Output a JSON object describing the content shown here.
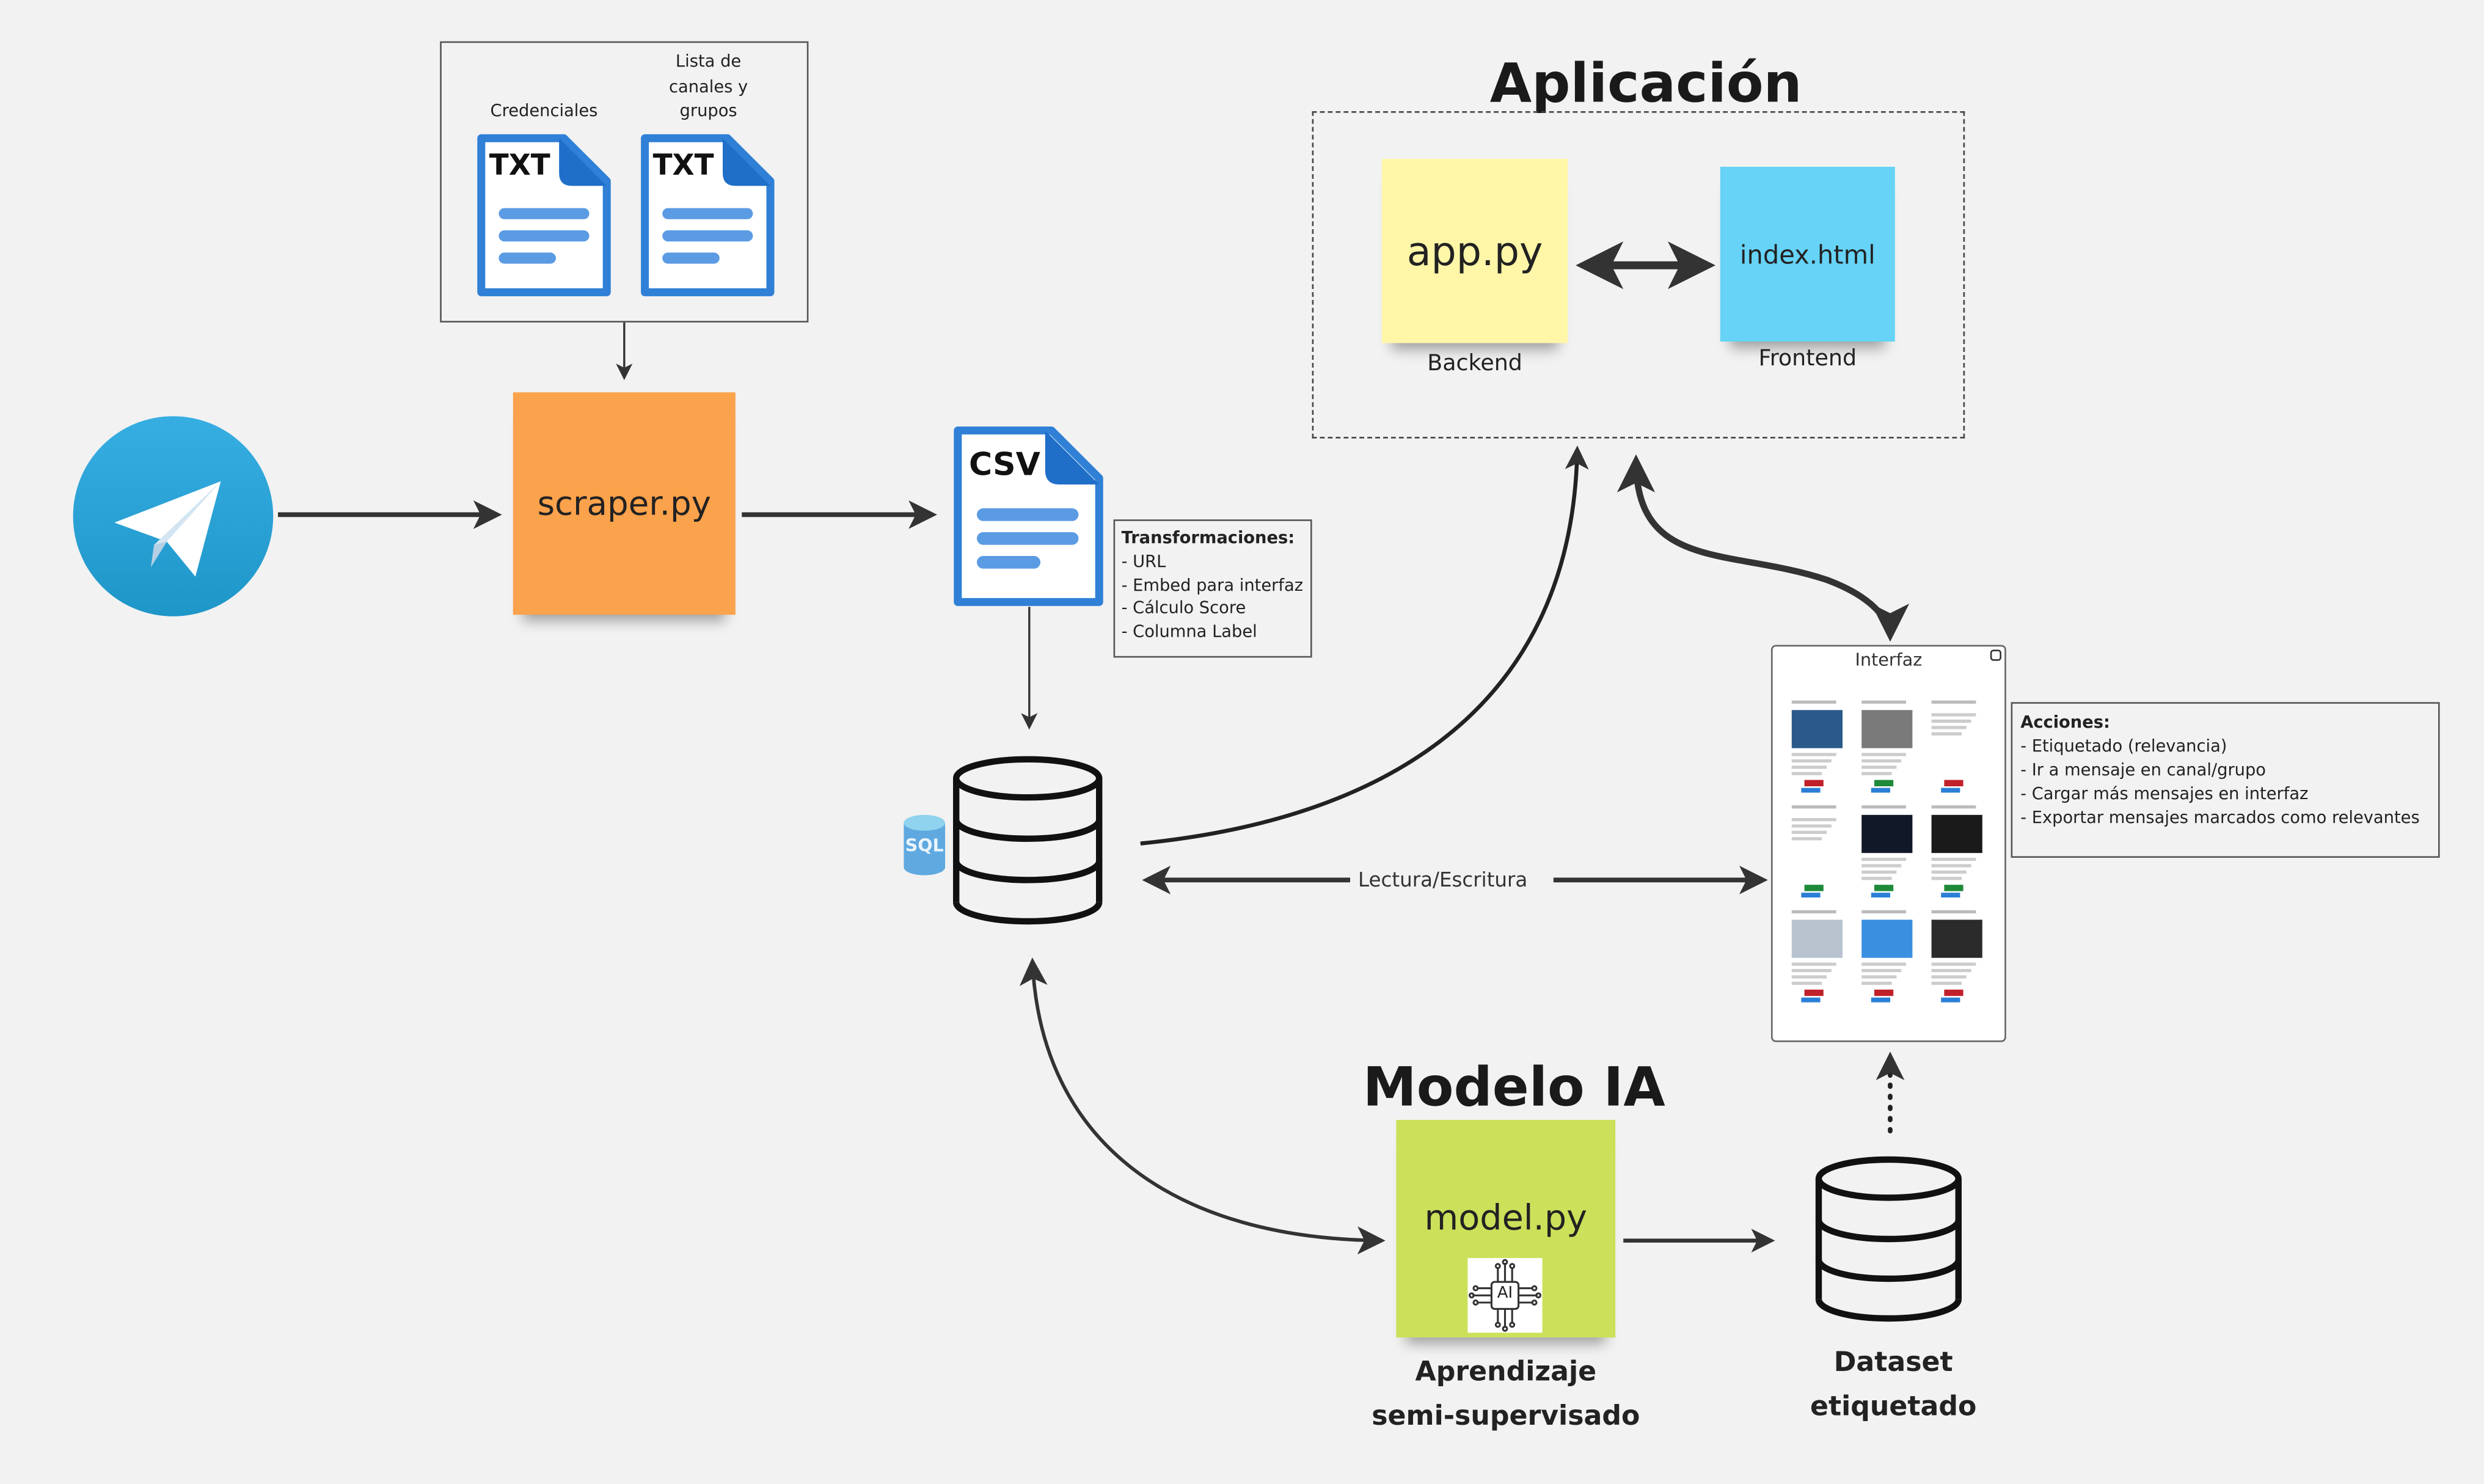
{
  "sources": {
    "telegram": {
      "label": "Telegram",
      "icon": "telegram-icon",
      "color": "#2b9fd9"
    },
    "inputs_box": {
      "files": [
        {
          "caption": "Credenciales",
          "type": "TXT"
        },
        {
          "caption": "Lista de canales y grupos",
          "caption_lines": [
            "Lista de",
            "canales y",
            "grupos"
          ],
          "type": "TXT"
        }
      ]
    }
  },
  "scraper": {
    "label": "scraper.py",
    "color": "#fba24c"
  },
  "csv": {
    "type": "CSV",
    "transformations": {
      "title": "Transformaciones:",
      "items": [
        "- URL",
        "- Embed para interfaz",
        "- Cálculo Score",
        "- Columna Label"
      ]
    }
  },
  "database": {
    "badge": "SQL",
    "link_label": "Lectura/Escritura"
  },
  "application": {
    "title": "Aplicación",
    "backend": {
      "label": "app.py",
      "caption": "Backend",
      "color": "#fff6a8"
    },
    "frontend": {
      "label": "index.html",
      "caption": "Frontend",
      "color": "#66d3f7"
    }
  },
  "interface": {
    "title": "Interfaz",
    "actions": {
      "title": "Acciones:",
      "items": [
        "- Etiquetado (relevancia)",
        "- Ir a mensaje en canal/grupo",
        "- Cargar más mensajes en interfaz",
        "- Exportar mensajes marcados como relevantes"
      ]
    }
  },
  "model": {
    "title": "Modelo IA",
    "label": "model.py",
    "ai_badge": "AI",
    "caption_lines": [
      "Aprendizaje",
      "semi-supervisado"
    ],
    "color": "#cce05a"
  },
  "dataset": {
    "caption_lines": [
      "Dataset",
      "etiquetado"
    ]
  },
  "colors": {
    "background": "#f2f2f2",
    "doc_blue": "#2f80d6",
    "doc_line": "#5b9be3",
    "arrow": "#333333"
  }
}
